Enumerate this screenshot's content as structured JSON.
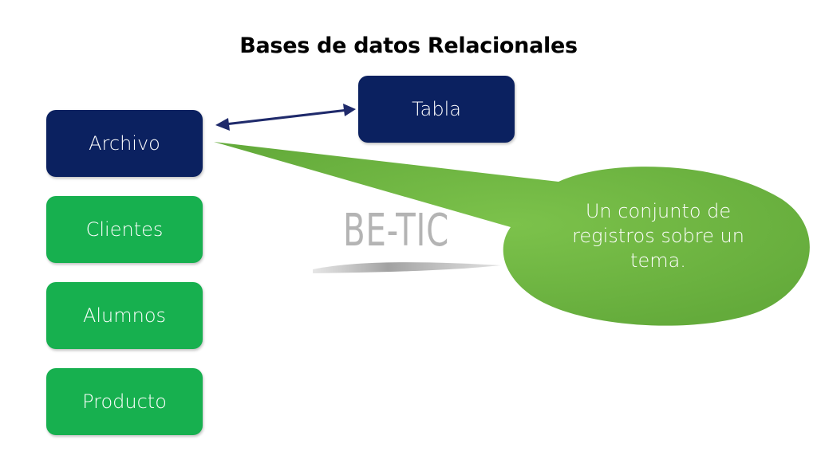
{
  "title": "Bases de datos Relacionales",
  "boxes": {
    "archivo": "Archivo",
    "tabla": "Tabla",
    "clientes": "Clientes",
    "alumnos": "Alumnos",
    "producto": "Producto"
  },
  "callout": {
    "text": "Un conjunto de registros sobre un tema."
  },
  "watermark": "BE-TIC",
  "colors": {
    "navy": "#0b2160",
    "green_box": "#17b04f",
    "callout_green": "#72b844",
    "arrow": "#1f2a6b"
  }
}
